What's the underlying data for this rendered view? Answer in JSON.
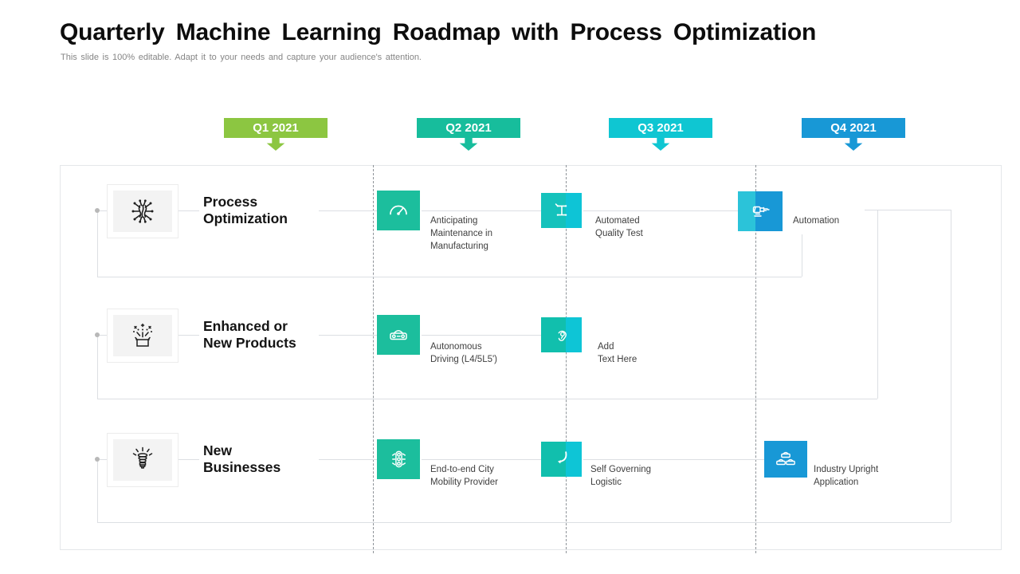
{
  "slide": {
    "title": "Quarterly Machine Learning Roadmap with Process Optimization",
    "subtitle": "This slide is 100% editable. Adapt it to your needs and capture your audience's attention."
  },
  "quarters": [
    {
      "label": "Q1 2021",
      "color": "#8CC641"
    },
    {
      "label": "Q2 2021",
      "color": "#17BD9C"
    },
    {
      "label": "Q3 2021",
      "color": "#0FC6D2"
    },
    {
      "label": "Q4 2021",
      "color": "#1898D6"
    }
  ],
  "colors": {
    "teal_square": "#1CBE9D",
    "q3_square_left": "#11BFAD",
    "q3_square_right": "#0EC5D6",
    "q4_square_left": "#2BC3D9",
    "q4_square_right": "#1898D6",
    "connector": "#DCDFE3",
    "divider_dash": "#8F9499",
    "title_text": "#0D0D0D",
    "caption_text": "#3F3F3F"
  },
  "rows": [
    {
      "label": "Process Optimization",
      "label_lines": [
        "Process",
        "Optimization"
      ],
      "icon": "chip-icon",
      "milestones": [
        {
          "quarter": "Q2 2021",
          "icon": "gauge-icon",
          "caption": "Anticipating Maintenance in Manufacturing",
          "caption_lines": [
            "Anticipating",
            "Maintenance in",
            "Manufacturing"
          ]
        },
        {
          "quarter": "Q3 2021",
          "icon": "caliper-icon",
          "caption": "Automated Quality Test",
          "caption_lines": [
            "Automated",
            "Quality Test"
          ]
        },
        {
          "quarter": "Q4 2021",
          "icon": "robot-arm-icon",
          "caption": "Automation",
          "caption_lines": [
            "Automation"
          ]
        }
      ]
    },
    {
      "label": "Enhanced or New Products",
      "label_lines": [
        "Enhanced or",
        "New Products"
      ],
      "icon": "gift-burst-icon",
      "milestones": [
        {
          "quarter": "Q2 2021",
          "icon": "car-icon",
          "caption": "Autonomous Driving (L4/5L5')",
          "caption_lines": [
            "Autonomous",
            "Driving (L4/5L5')"
          ]
        },
        {
          "quarter": "Q3 2021",
          "icon": "ear-icon",
          "caption": "Add Text Here",
          "caption_lines": [
            "Add",
            "Text Here"
          ]
        }
      ]
    },
    {
      "label": "New Businesses",
      "label_lines": [
        "New",
        "Businesses"
      ],
      "icon": "bulb-icon",
      "milestones": [
        {
          "quarter": "Q2 2021",
          "icon": "traffic-light-icon",
          "caption": "End-to-end City Mobility Provider",
          "caption_lines": [
            "End-to-end City",
            "Mobility Provider"
          ]
        },
        {
          "quarter": "Q3 2021",
          "icon": "turn-arrow-icon",
          "caption": "Self Governing Logistic",
          "caption_lines": [
            "Self Governing",
            "Logistic"
          ]
        },
        {
          "quarter": "Q4 2021",
          "icon": "fleet-icon",
          "caption": "Industry Upright Application",
          "caption_lines": [
            "Industry Upright",
            "Application"
          ]
        }
      ]
    }
  ]
}
